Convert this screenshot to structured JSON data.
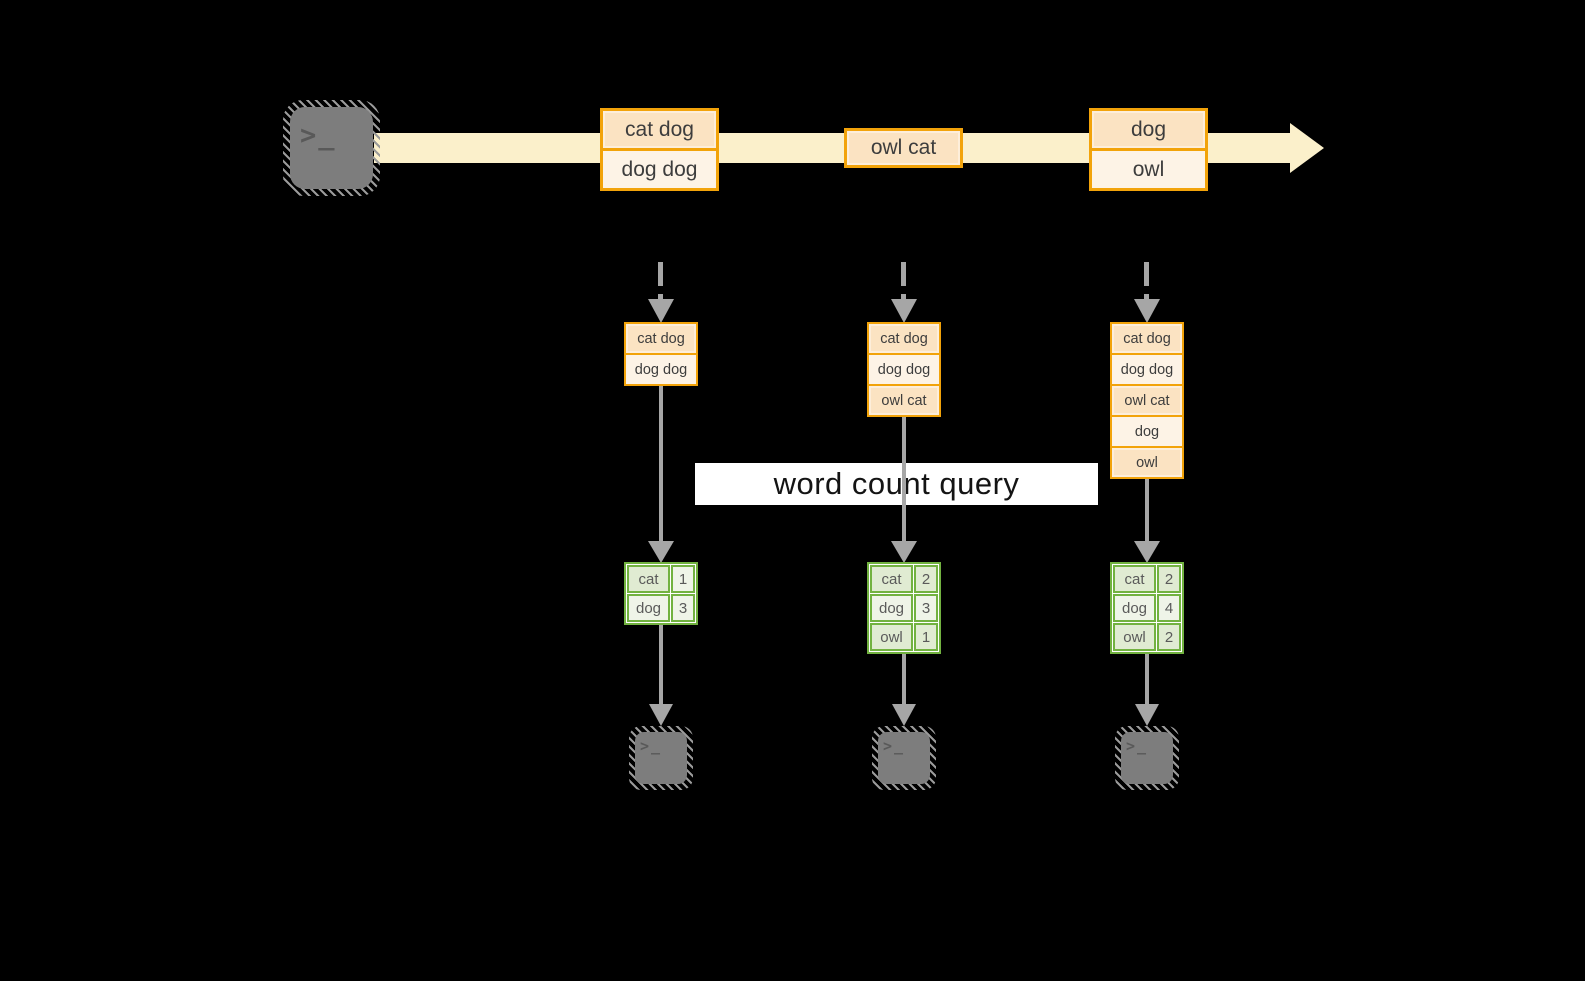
{
  "colors": {
    "background": "#000000",
    "stream_band": "#FBF0CB",
    "box_border": "#F2A30A",
    "box_fill_dark": "#FBE3C2",
    "box_fill_light": "#FDF3E6",
    "table_border": "#72B240",
    "table_fill_dark": "#E0EBD2",
    "table_fill_light": "#EFF4E8",
    "arrow_gray": "#A6A6A6",
    "terminal_gray": "#7D7D7D",
    "banner_background": "#FFFFFF"
  },
  "source_terminal": {
    "icon": "terminal-prompt",
    "glyph": ">_"
  },
  "stream": {
    "events": [
      {
        "rows": [
          "cat dog",
          "dog dog"
        ]
      },
      {
        "rows": [
          "owl cat"
        ]
      },
      {
        "rows": [
          "dog",
          "owl"
        ]
      }
    ]
  },
  "batches": [
    {
      "rows": [
        "cat dog",
        "dog dog"
      ]
    },
    {
      "rows": [
        "cat dog",
        "dog dog",
        "owl cat"
      ]
    },
    {
      "rows": [
        "cat dog",
        "dog dog",
        "owl cat",
        "dog",
        "owl"
      ]
    }
  ],
  "query_banner": {
    "label": "word count query"
  },
  "results": [
    {
      "rows": [
        {
          "word": "cat",
          "count": "1"
        },
        {
          "word": "dog",
          "count": "3"
        }
      ]
    },
    {
      "rows": [
        {
          "word": "cat",
          "count": "2"
        },
        {
          "word": "dog",
          "count": "3"
        },
        {
          "word": "owl",
          "count": "1"
        }
      ]
    },
    {
      "rows": [
        {
          "word": "cat",
          "count": "2"
        },
        {
          "word": "dog",
          "count": "4"
        },
        {
          "word": "owl",
          "count": "2"
        }
      ]
    }
  ],
  "output_terminals": [
    {
      "glyph": ">_"
    },
    {
      "glyph": ">_"
    },
    {
      "glyph": ">_"
    }
  ]
}
